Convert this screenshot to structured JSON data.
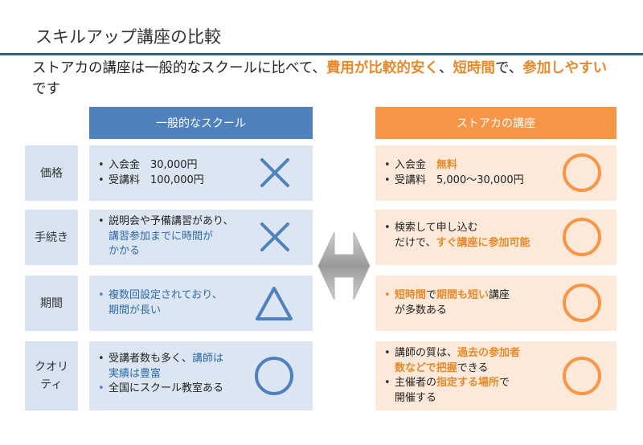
{
  "title": "スキルアップ講座の比較",
  "lead": {
    "p1": "ストアカの講座は一般的なスクールに比べて、",
    "h1": "費用が比較的安く",
    "p2": "、",
    "h2": "短時間",
    "p3": "で、",
    "h3": "参加しやすい",
    "p4": "です"
  },
  "headers": {
    "left": "一般的なスクール",
    "right": "ストアカの講座"
  },
  "rows": [
    {
      "label": "価格",
      "left_mark": "cross",
      "right_mark": "circle",
      "left": {
        "l1": "入会金　30,000円",
        "l2": "受講料　100,000円"
      },
      "right": {
        "l1a": "入会金　",
        "l1b": "無料",
        "l2": "受講料　5,000〜30,000円"
      }
    },
    {
      "label": "手続き",
      "left_mark": "cross",
      "right_mark": "circle",
      "left": {
        "l1": "説明会や予備講習があり、",
        "l2": "講習参加までに時間が",
        "l3": "かかる"
      },
      "right": {
        "l1": "検索して申し込む",
        "l2a": "だけで、",
        "l2b": "すぐ講座に参加可能"
      }
    },
    {
      "label": "期間",
      "left_mark": "triangle",
      "right_mark": "circle",
      "left": {
        "l1": "複数回設定されており、",
        "l2": "期間が長い"
      },
      "right": {
        "l1a": "短時間",
        "l1b": "で",
        "l1c": "期間も短い",
        "l1d": "講座",
        "l2": "が多数ある"
      }
    },
    {
      "label_l1": "クオリ",
      "label_l2": "ティ",
      "left_mark": "circle",
      "right_mark": "circle",
      "left": {
        "l1a": "受講者数も多く、",
        "l1b": "講師は",
        "l2": "実績は豊富",
        "l3": "全国にスクール教室ある"
      },
      "right": {
        "l1a": "講師の質は、",
        "l1b": "過去の参加者",
        "l2a": "数などで",
        "l2b": "把握",
        "l2c": "できる",
        "l3a": "主催者の",
        "l3b": "指定する場所",
        "l3c": "で",
        "l4": "開催する"
      }
    }
  ],
  "colors": {
    "accent_orange": "#f79646",
    "accent_blue": "#4f81bd",
    "mark_left": "#4f81bd",
    "mark_right": "#f79646"
  }
}
